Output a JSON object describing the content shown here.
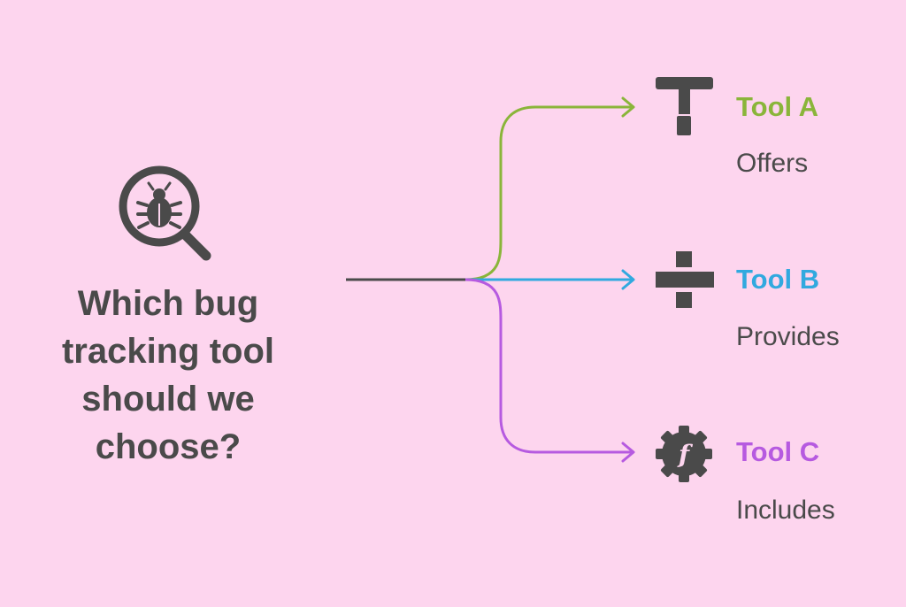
{
  "question": "Which bug tracking tool should we choose?",
  "central_icon": "bug-search-icon",
  "tools": [
    {
      "title": "Tool A",
      "description": "Offers",
      "color": "#8ab53a",
      "icon": "t-tool-icon"
    },
    {
      "title": "Tool B",
      "description": "Provides",
      "color": "#31a9df",
      "icon": "division-icon"
    },
    {
      "title": "Tool C",
      "description": "Includes",
      "color": "#b65ae0",
      "icon": "function-gear-icon"
    }
  ],
  "colors": {
    "background": "#fdd5ee",
    "ink": "#4a4a4a"
  }
}
